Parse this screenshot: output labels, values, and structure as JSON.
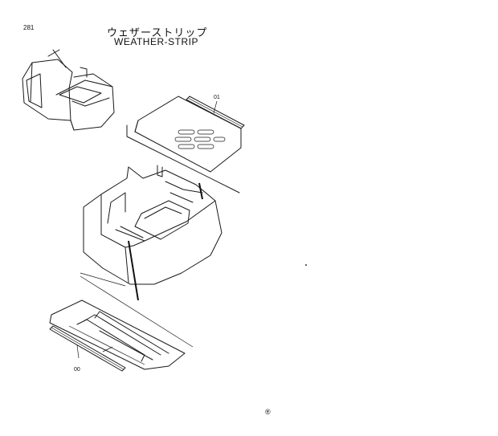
{
  "page": {
    "page_number": "281",
    "title_ja": "ウェザーストリップ",
    "title_en": "WEATHER-STRIP",
    "registered_mark": "®"
  },
  "callouts": [
    {
      "id": "callout-01",
      "label": "01"
    },
    {
      "id": "callout-00",
      "label": "00"
    }
  ],
  "colors": {
    "line": "#1a1a1a",
    "background": "#ffffff"
  }
}
